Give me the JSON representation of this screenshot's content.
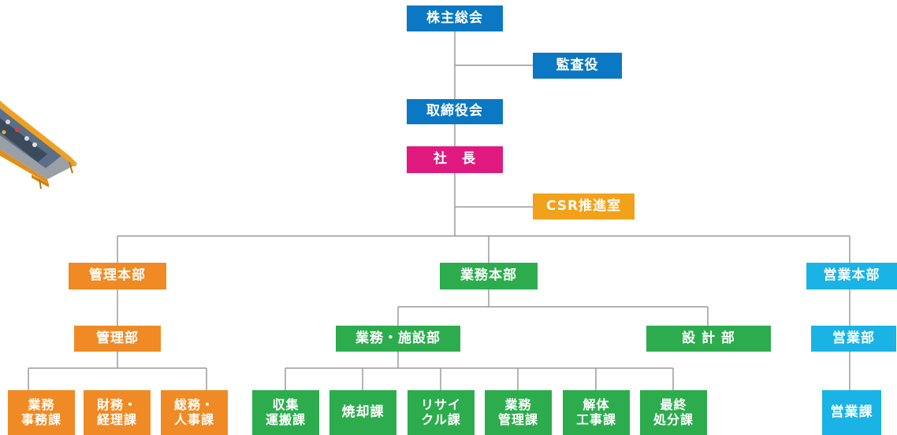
{
  "colors": {
    "governance": "#0a78c2",
    "president": "#e0197f",
    "admin": "#f08a24",
    "csr": "#f2a11a",
    "operations": "#2dac4e",
    "sales": "#1ab3e6",
    "line": "#9a9a9a"
  },
  "illustration": "conveyor-machine-illustration",
  "top": {
    "shareholders": "株主総会",
    "auditor": "監査役",
    "board": "取締役会",
    "president": "社　長",
    "csr": "CSR推進室"
  },
  "admin": {
    "hq": "管理本部",
    "dept": "管理部",
    "sections": [
      "業務\n事務課",
      "財務・\n経理課",
      "総務・\n人事課"
    ]
  },
  "operations": {
    "hq": "業務本部",
    "facility_dept": "業務・施設部",
    "design_dept": "設 計 部",
    "sections": [
      "収集\n運搬課",
      "焼却課",
      "リサイ\nクル課",
      "業務\n管理課",
      "解体\n工事課",
      "最終\n処分課"
    ]
  },
  "sales": {
    "hq": "営業本部",
    "dept": "営業部",
    "section": "営業課"
  }
}
